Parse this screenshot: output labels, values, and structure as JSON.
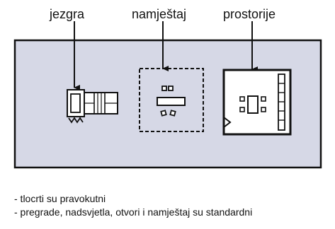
{
  "labels": {
    "core": "jezgra",
    "furniture": "namještaj",
    "rooms": "prostorije"
  },
  "notes": [
    "- tlocrti su pravokutni",
    "- pregrade, nadsvjetla, otvori i namještaj su standardni"
  ],
  "colors": {
    "panel_fill": "#d6d8e6",
    "stroke": "#111111",
    "background": "#ffffff"
  }
}
